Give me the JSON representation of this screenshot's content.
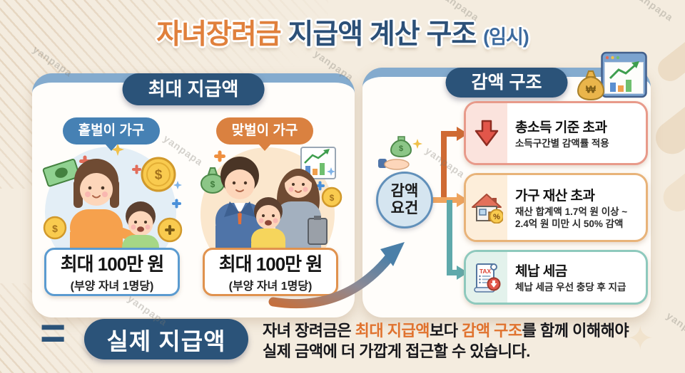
{
  "title": {
    "part1": "자녀장려금",
    "part2": " 지급액 계산 구조 ",
    "part3": "(임시)"
  },
  "left_panel": {
    "header": "최대 지급액",
    "single_family": {
      "label": "홑벌이 가구",
      "amount": "최대 100만 원",
      "per_child": "(부양 자녀 1명당)"
    },
    "dual_family": {
      "label": "맞벌이 가구",
      "amount": "최대 100만 원",
      "per_child": "(부양 자녀 1명당)"
    }
  },
  "right_panel": {
    "header": "감액 구조",
    "condition_circle": {
      "line1": "감액",
      "line2": "요건"
    },
    "items": {
      "income": {
        "title": "총소득 기준 초과",
        "desc": "소득구간별 감액률 적용"
      },
      "property": {
        "title": "가구 재산 초과",
        "desc1": "재산 합계액 1.7억 원 이상 ~",
        "desc2": "2.4억 원 미만 시 50% 감액"
      },
      "tax": {
        "title": "체납 세금",
        "desc": "체납 세금 우선 충당 후 지급"
      }
    }
  },
  "footer": {
    "equals": "=",
    "result_label": "실제 지급액",
    "seg1": "자녀 장려금은 ",
    "seg2": "최대 지급액",
    "seg3": "보다 ",
    "seg4": "감액 구조",
    "seg5": "를 함께 이해해야",
    "line2": "실제 금액에 더 가깝게 접근할 수 있습니다."
  },
  "icons": {
    "dollar": "$",
    "won": "₩",
    "percent": "%",
    "tax": "TAX",
    "sparkle": "✦"
  },
  "colors": {
    "background": "#f4ecdf",
    "navy": "#2b5379",
    "panel_band_blue": "#84abce",
    "bubble_blue": "#4681b4",
    "bubble_orange": "#da8140",
    "highlight_orange": "#e0722e",
    "item_income_border": "#e89a8a",
    "item_property_border": "#e8b379",
    "item_tax_border": "#8ec9bd",
    "arrow_red": "#e2564a",
    "arrow_teal": "#5fa9ab"
  },
  "watermark": "yanpapa"
}
